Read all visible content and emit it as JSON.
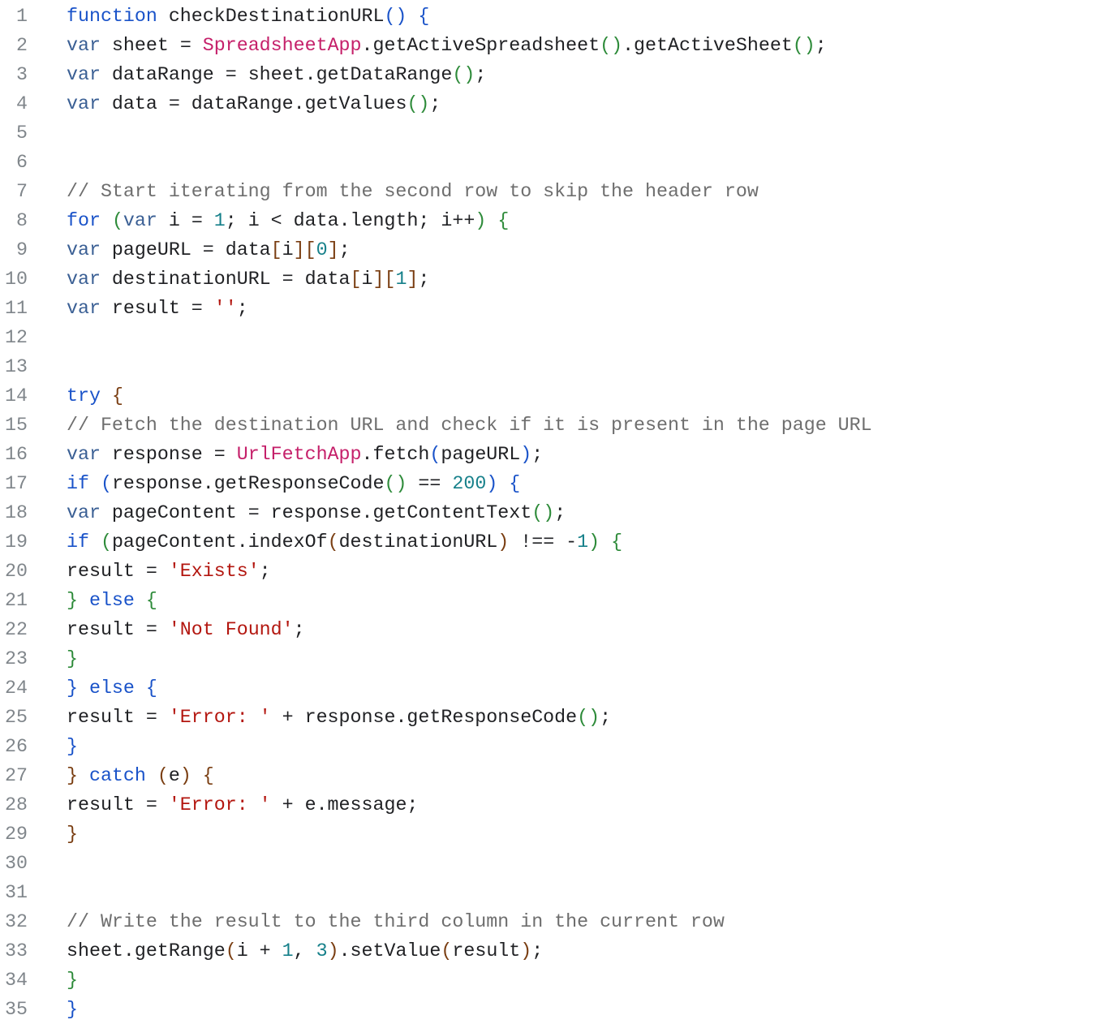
{
  "editor": {
    "lines": [
      [
        [
          "kw",
          "function"
        ],
        [
          "t",
          " checkDestinationURL"
        ],
        [
          "b1",
          "()"
        ],
        [
          "t",
          " "
        ],
        [
          "b1",
          "{"
        ]
      ],
      [
        [
          "var",
          "var"
        ],
        [
          "t",
          " sheet = "
        ],
        [
          "cls",
          "SpreadsheetApp"
        ],
        [
          "t",
          ".getActiveSpreadsheet"
        ],
        [
          "b2",
          "()"
        ],
        [
          "t",
          ".getActiveSheet"
        ],
        [
          "b2",
          "()"
        ],
        [
          "t",
          ";"
        ]
      ],
      [
        [
          "var",
          "var"
        ],
        [
          "t",
          " dataRange = sheet.getDataRange"
        ],
        [
          "b2",
          "()"
        ],
        [
          "t",
          ";"
        ]
      ],
      [
        [
          "var",
          "var"
        ],
        [
          "t",
          " data = dataRange.getValues"
        ],
        [
          "b2",
          "()"
        ],
        [
          "t",
          ";"
        ]
      ],
      [],
      [],
      [
        [
          "com",
          "// Start iterating from the second row to skip the header row"
        ]
      ],
      [
        [
          "kw",
          "for"
        ],
        [
          "t",
          " "
        ],
        [
          "b2",
          "("
        ],
        [
          "var",
          "var"
        ],
        [
          "t",
          " i = "
        ],
        [
          "num",
          "1"
        ],
        [
          "t",
          "; i < data.length; i++"
        ],
        [
          "b2",
          ")"
        ],
        [
          "t",
          " "
        ],
        [
          "b2",
          "{"
        ]
      ],
      [
        [
          "var",
          "var"
        ],
        [
          "t",
          " pageURL = data"
        ],
        [
          "b3",
          "["
        ],
        [
          "t",
          "i"
        ],
        [
          "b3",
          "]["
        ],
        [
          "num",
          "0"
        ],
        [
          "b3",
          "]"
        ],
        [
          "t",
          ";"
        ]
      ],
      [
        [
          "var",
          "var"
        ],
        [
          "t",
          " destinationURL = data"
        ],
        [
          "b3",
          "["
        ],
        [
          "t",
          "i"
        ],
        [
          "b3",
          "]["
        ],
        [
          "num",
          "1"
        ],
        [
          "b3",
          "]"
        ],
        [
          "t",
          ";"
        ]
      ],
      [
        [
          "var",
          "var"
        ],
        [
          "t",
          " result = "
        ],
        [
          "str",
          "''"
        ],
        [
          "t",
          ";"
        ]
      ],
      [],
      [],
      [
        [
          "kw",
          "try"
        ],
        [
          "t",
          " "
        ],
        [
          "b3",
          "{"
        ]
      ],
      [
        [
          "com",
          "// Fetch the destination URL and check if it is present in the page URL"
        ]
      ],
      [
        [
          "var",
          "var"
        ],
        [
          "t",
          " response = "
        ],
        [
          "cls",
          "UrlFetchApp"
        ],
        [
          "t",
          ".fetch"
        ],
        [
          "b1",
          "("
        ],
        [
          "t",
          "pageURL"
        ],
        [
          "b1",
          ")"
        ],
        [
          "t",
          ";"
        ]
      ],
      [
        [
          "kw",
          "if"
        ],
        [
          "t",
          " "
        ],
        [
          "b1",
          "("
        ],
        [
          "t",
          "response.getResponseCode"
        ],
        [
          "b2",
          "()"
        ],
        [
          "t",
          " == "
        ],
        [
          "num",
          "200"
        ],
        [
          "b1",
          ")"
        ],
        [
          "t",
          " "
        ],
        [
          "b1",
          "{"
        ]
      ],
      [
        [
          "var",
          "var"
        ],
        [
          "t",
          " pageContent = response.getContentText"
        ],
        [
          "b2",
          "()"
        ],
        [
          "t",
          ";"
        ]
      ],
      [
        [
          "kw",
          "if"
        ],
        [
          "t",
          " "
        ],
        [
          "b2",
          "("
        ],
        [
          "t",
          "pageContent.indexOf"
        ],
        [
          "b3",
          "("
        ],
        [
          "t",
          "destinationURL"
        ],
        [
          "b3",
          ")"
        ],
        [
          "t",
          " !== -"
        ],
        [
          "num",
          "1"
        ],
        [
          "b2",
          ")"
        ],
        [
          "t",
          " "
        ],
        [
          "b2",
          "{"
        ]
      ],
      [
        [
          "t",
          "result = "
        ],
        [
          "str",
          "'Exists'"
        ],
        [
          "t",
          ";"
        ]
      ],
      [
        [
          "b2",
          "}"
        ],
        [
          "t",
          " "
        ],
        [
          "kw",
          "else"
        ],
        [
          "t",
          " "
        ],
        [
          "b2",
          "{"
        ]
      ],
      [
        [
          "t",
          "result = "
        ],
        [
          "str",
          "'Not Found'"
        ],
        [
          "t",
          ";"
        ]
      ],
      [
        [
          "b2",
          "}"
        ]
      ],
      [
        [
          "b1",
          "}"
        ],
        [
          "t",
          " "
        ],
        [
          "kw",
          "else"
        ],
        [
          "t",
          " "
        ],
        [
          "b1",
          "{"
        ]
      ],
      [
        [
          "t",
          "result = "
        ],
        [
          "str",
          "'Error: '"
        ],
        [
          "t",
          " + response.getResponseCode"
        ],
        [
          "b2",
          "()"
        ],
        [
          "t",
          ";"
        ]
      ],
      [
        [
          "b1",
          "}"
        ]
      ],
      [
        [
          "b3",
          "}"
        ],
        [
          "t",
          " "
        ],
        [
          "kw",
          "catch"
        ],
        [
          "t",
          " "
        ],
        [
          "b3",
          "("
        ],
        [
          "t",
          "e"
        ],
        [
          "b3",
          ")"
        ],
        [
          "t",
          " "
        ],
        [
          "b3",
          "{"
        ]
      ],
      [
        [
          "t",
          "result = "
        ],
        [
          "str",
          "'Error: '"
        ],
        [
          "t",
          " + e.message;"
        ]
      ],
      [
        [
          "b3",
          "}"
        ]
      ],
      [],
      [],
      [
        [
          "com",
          "// Write the result to the third column in the current row"
        ]
      ],
      [
        [
          "t",
          "sheet.getRange"
        ],
        [
          "b3",
          "("
        ],
        [
          "t",
          "i + "
        ],
        [
          "num",
          "1"
        ],
        [
          "t",
          ", "
        ],
        [
          "num",
          "3"
        ],
        [
          "b3",
          ")"
        ],
        [
          "t",
          ".setValue"
        ],
        [
          "b3",
          "("
        ],
        [
          "t",
          "result"
        ],
        [
          "b3",
          ")"
        ],
        [
          "t",
          ";"
        ]
      ],
      [
        [
          "b2",
          "}"
        ]
      ],
      [
        [
          "b1",
          "}"
        ]
      ]
    ]
  }
}
